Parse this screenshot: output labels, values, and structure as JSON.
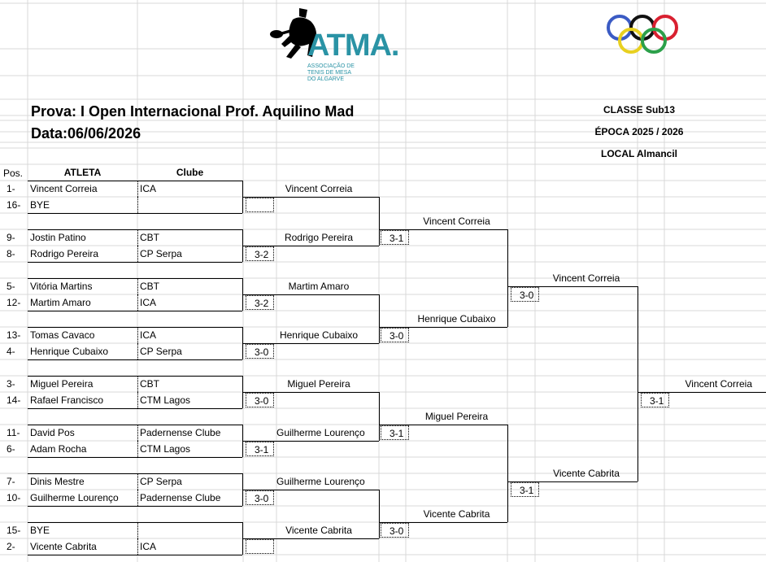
{
  "header": {
    "prova": "Prova: I Open Internacional Prof. Aquilino Mad",
    "data": "Data:06/06/2026",
    "classe": "CLASSE  Sub13",
    "epoca": "ÉPOCA  2025 / 2026",
    "local": "LOCAL Almancil"
  },
  "logo": {
    "acronym": "ATMA.",
    "line1": "ASSOCIAÇÃO DE",
    "line2": "TENIS DE MESA",
    "line3": "DO ALGARVE",
    "color": "#2a93a5"
  },
  "table": {
    "col_pos": "Pos.",
    "col_atleta": "ATLETA",
    "col_clube": "Clube",
    "rows": [
      {
        "pos": "1-",
        "atleta": "Vincent Correia",
        "clube": "ICA"
      },
      {
        "pos": "16-",
        "atleta": "BYE",
        "clube": ""
      },
      {
        "pos": "9-",
        "atleta": "Jostin Patino",
        "clube": "CBT"
      },
      {
        "pos": "8-",
        "atleta": "Rodrigo Pereira",
        "clube": "CP Serpa"
      },
      {
        "pos": "5-",
        "atleta": "Vitória Martins",
        "clube": "CBT"
      },
      {
        "pos": "12-",
        "atleta": "Martim Amaro",
        "clube": "ICA"
      },
      {
        "pos": "13-",
        "atleta": "Tomas Cavaco",
        "clube": "ICA"
      },
      {
        "pos": "4-",
        "atleta": "Henrique Cubaixo",
        "clube": "CP Serpa"
      },
      {
        "pos": "3-",
        "atleta": "Miguel Pereira",
        "clube": "CBT"
      },
      {
        "pos": "14-",
        "atleta": "Rafael Francisco",
        "clube": "CTM Lagos"
      },
      {
        "pos": "11-",
        "atleta": "David Pos",
        "clube": "Padernense Clube"
      },
      {
        "pos": "6-",
        "atleta": "Adam Rocha",
        "clube": "CTM Lagos"
      },
      {
        "pos": "7-",
        "atleta": "Dinis Mestre",
        "clube": "CP Serpa"
      },
      {
        "pos": "10-",
        "atleta": "Guilherme Lourenço",
        "clube": "Padernense Clube"
      },
      {
        "pos": "15-",
        "atleta": "BYE",
        "clube": ""
      },
      {
        "pos": "2-",
        "atleta": "Vicente Cabrita",
        "clube": "ICA"
      }
    ]
  },
  "round1": {
    "winners": [
      "Vincent Correia",
      "Rodrigo Pereira",
      "Martim Amaro",
      "Henrique Cubaixo",
      "Miguel Pereira",
      "Guilherme Lourenço",
      "Guilherme Lourenço",
      "Vicente Cabrita"
    ],
    "scores": [
      "",
      "3-2",
      "3-2",
      "3-0",
      "3-0",
      "3-1",
      "3-0",
      ""
    ]
  },
  "round2": {
    "winners": [
      "Vincent Correia",
      "Henrique Cubaixo",
      "Miguel Pereira",
      "Vicente Cabrita"
    ],
    "scores": [
      "3-1",
      "3-0",
      "3-1",
      "3-0"
    ]
  },
  "round3": {
    "winners": [
      "Vincent Correia",
      "Vicente Cabrita"
    ],
    "scores": [
      "3-0",
      "3-1"
    ]
  },
  "final": {
    "winner": "Vincent Correia",
    "score": "3-1"
  }
}
